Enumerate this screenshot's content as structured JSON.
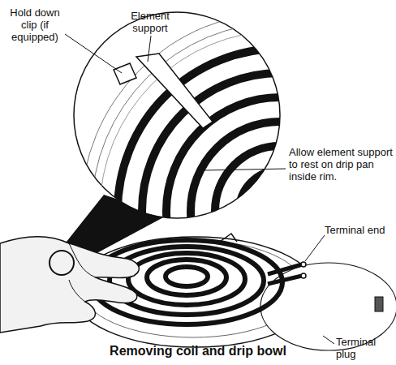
{
  "diagram": {
    "caption": "Removing coil and drip bowl",
    "labels": [
      "Hold down clip (if equipped)",
      "Element support",
      "Allow element support to rest on drip pan inside rim.",
      "Terminal end",
      "Terminal plug"
    ]
  }
}
